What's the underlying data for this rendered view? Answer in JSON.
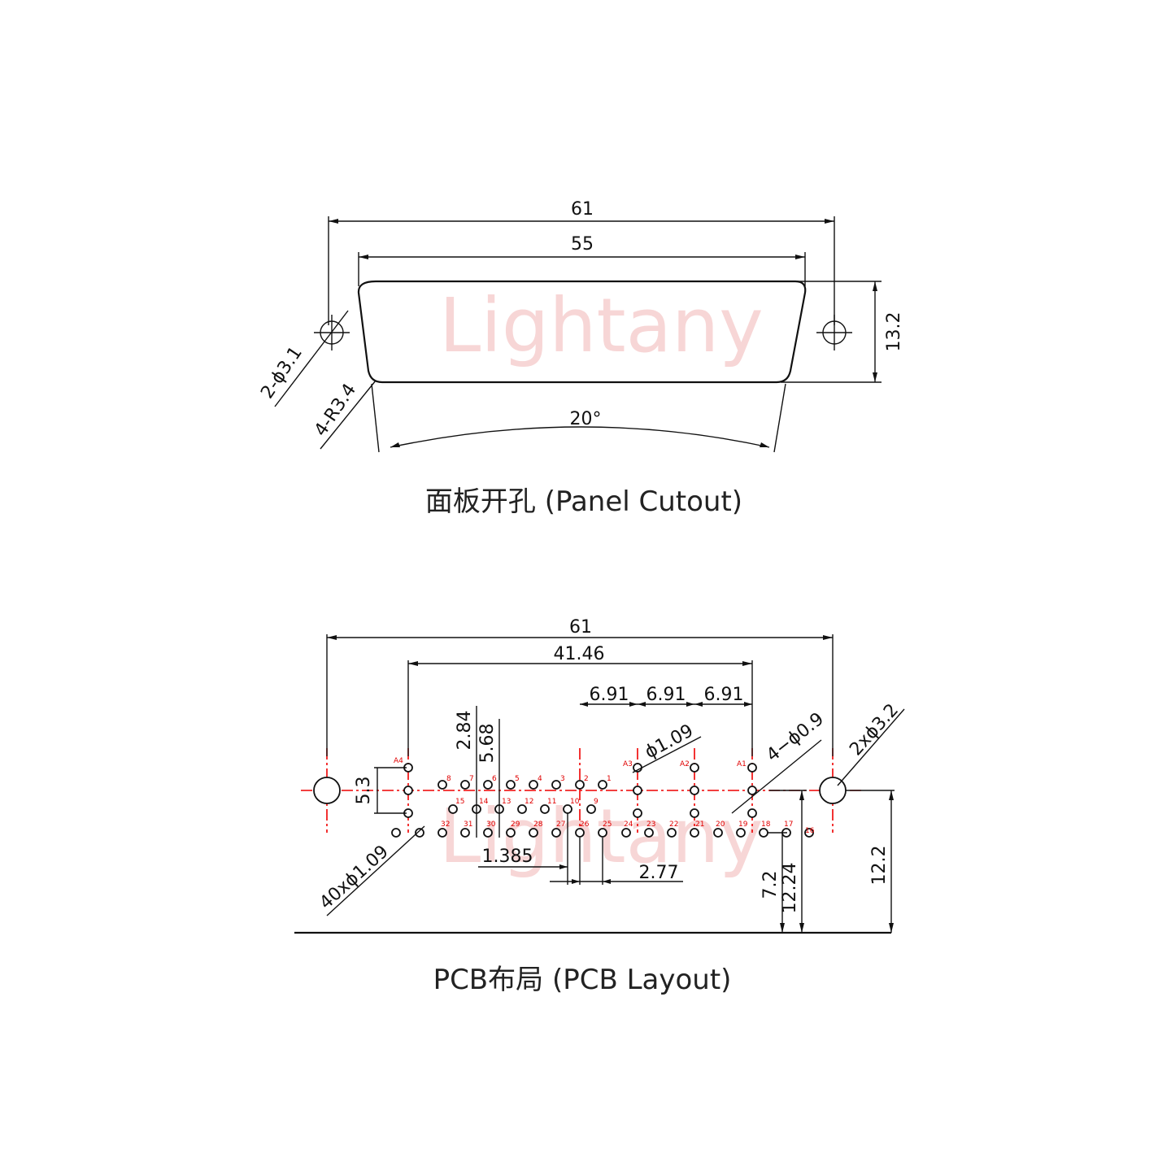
{
  "watermark": "Lightany",
  "panel": {
    "width_overall": "61",
    "width_inner": "55",
    "height": "13.2",
    "angle": "20°",
    "holes": "2-ϕ3.1",
    "radius": "4-R3.4",
    "caption": "面板开孔 (Panel Cutout)"
  },
  "pcb": {
    "width_overall": "61",
    "width_pins": "41.46",
    "pitch_a_1": "6.91",
    "pitch_a_2": "6.91",
    "pitch_a_3": "6.91",
    "dia_a_label": "ϕ1.09",
    "dia_small": "4−ϕ0.9",
    "dia_mount": "2xϕ3.2",
    "row_2_84": "2.84",
    "row_5_68": "5.68",
    "row_5_3": "5.3",
    "dia_pins": "40xϕ1.09",
    "offset_1_385": "1.385",
    "pitch_2_77": "2.77",
    "h_7_2": "7.2",
    "h_12_24": "12.24",
    "h_12_2": "12.2",
    "caption": "PCB布局 (PCB Layout)"
  },
  "pins": {
    "A4": "A4",
    "A3": "A3",
    "A2": "A2",
    "A1": "A1",
    "row1": [
      "8",
      "7",
      "6",
      "5",
      "4",
      "3",
      "2",
      "1"
    ],
    "row2": [
      "15",
      "14",
      "13",
      "12",
      "11",
      "10",
      "9"
    ],
    "row3": [
      "32",
      "31",
      "30",
      "29",
      "28",
      "27",
      "26",
      "25",
      "24",
      "23",
      "22",
      "21",
      "20",
      "19",
      "18",
      "17",
      "16"
    ]
  }
}
